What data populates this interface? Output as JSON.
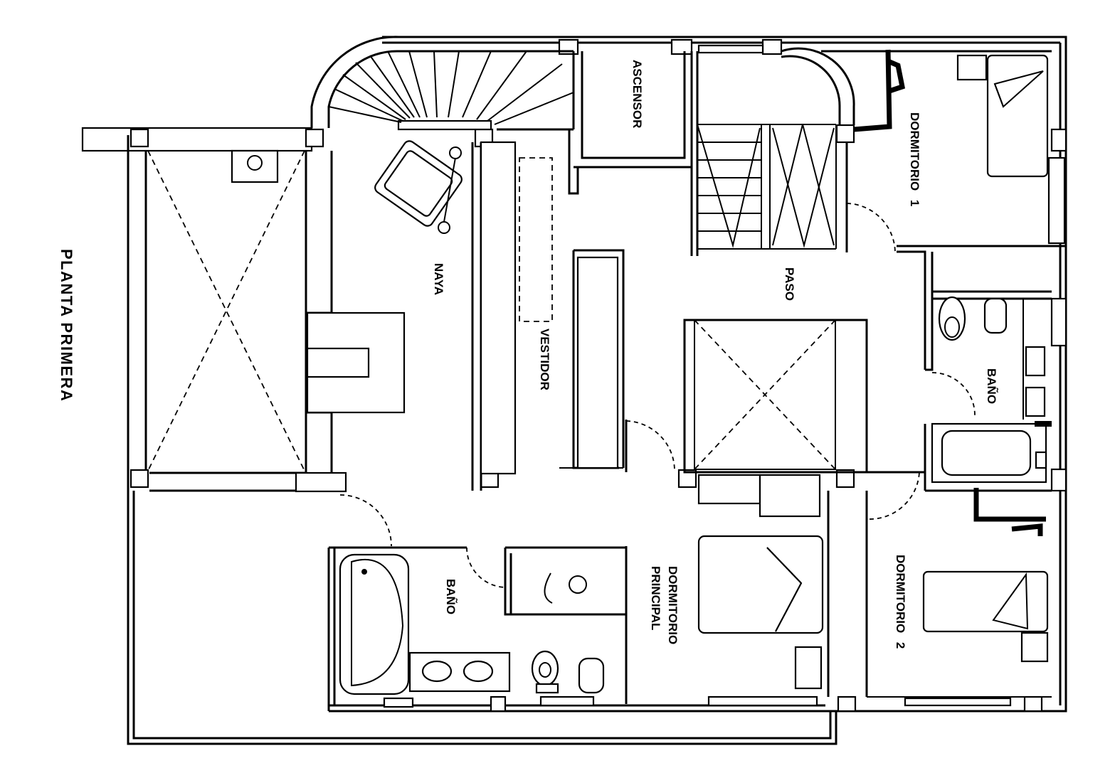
{
  "plan": {
    "title": "PLANTA PRIMERA",
    "rooms": {
      "naya": "NAYA",
      "vestidor": "VESTIDOR",
      "ascensor": "ASCENSOR",
      "paso": "PASO",
      "dormitorio_1": "DORMITORIO 1",
      "bano_1": "BAÑO",
      "bano_principal": "BAÑO",
      "dormitorio_principal_line1": "DORMITORIO",
      "dormitorio_principal_line2": "PRINCIPAL",
      "dormitorio_2": "DORMITORIO 2"
    }
  }
}
